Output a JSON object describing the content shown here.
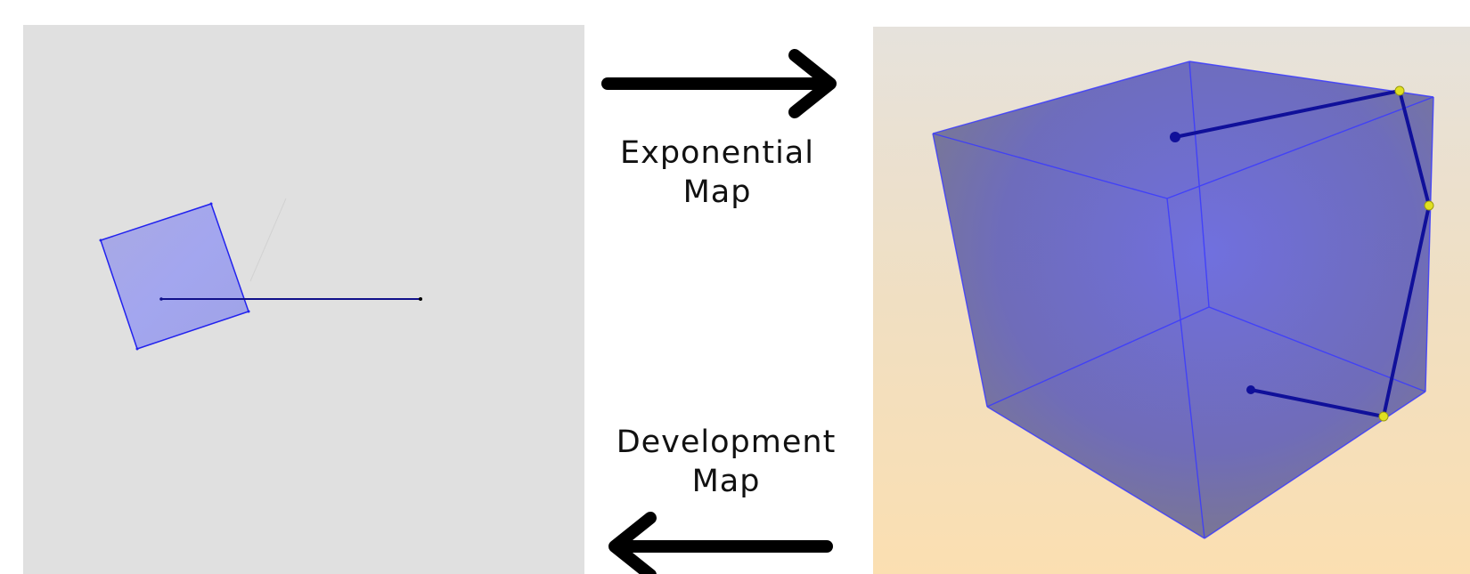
{
  "captions": {
    "exponential": {
      "line1": "Exponential",
      "line2": "Map"
    },
    "development": {
      "line1": "Development",
      "line2": "Map"
    }
  },
  "colors": {
    "left_background": "#e0e0e0",
    "cube_fill": "#5a5ad8",
    "cube_edge": "#3a3aff",
    "path": "#10109a",
    "joint": "#e0e020",
    "arrow": "#000000"
  }
}
